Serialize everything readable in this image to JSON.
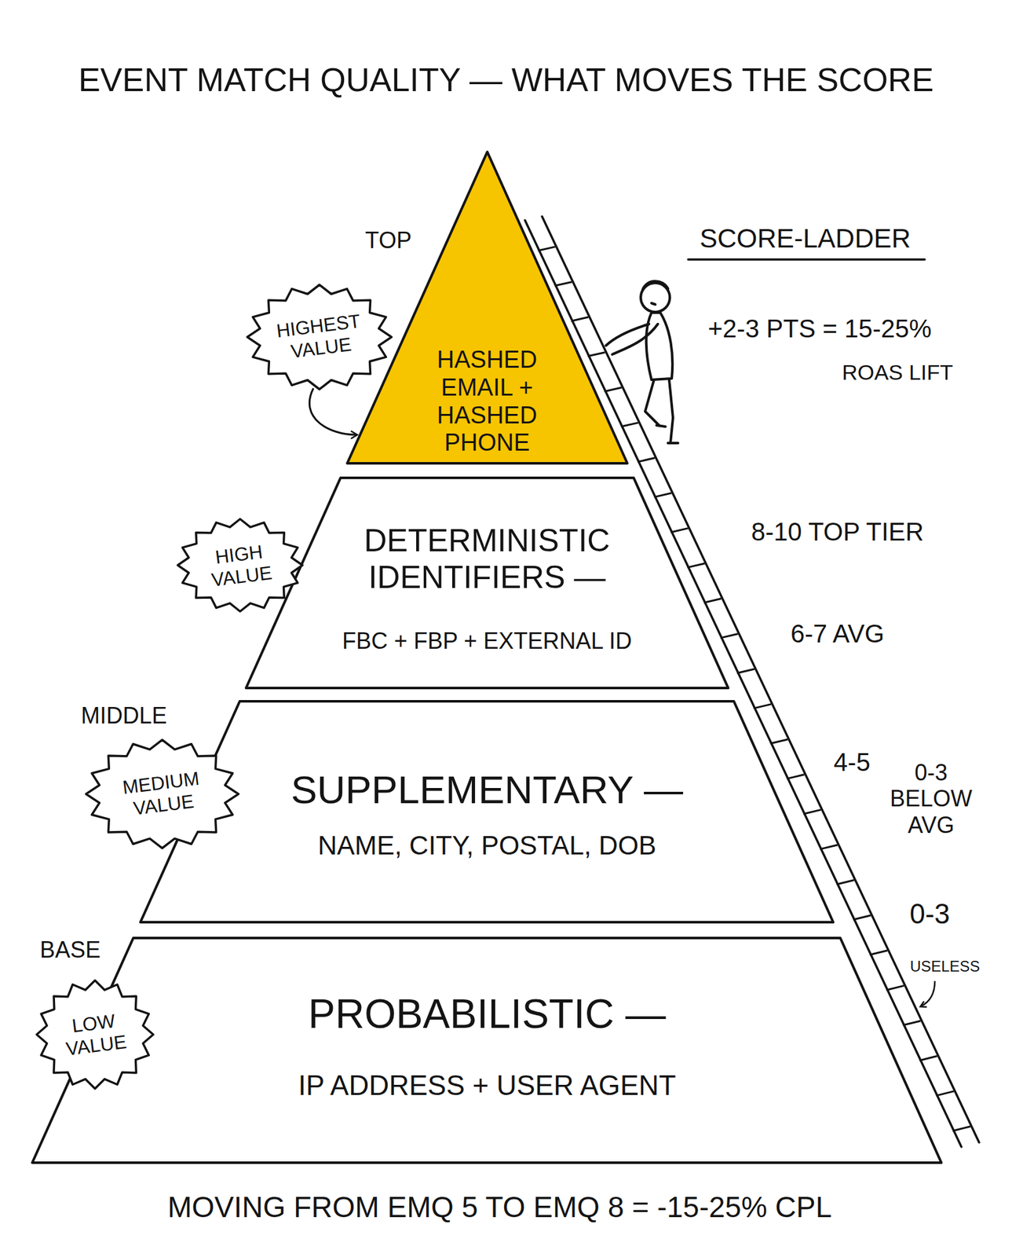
{
  "diagram": {
    "title": "EVENT MATCH QUALITY — WHAT MOVES THE SCORE",
    "caption": "MOVING FROM EMQ 5 TO EMQ 8 = -15-25% CPL",
    "nodes": [
      {
        "text": [
          "HASHED EMAIL + HASHED PHONE"
        ]
      },
      {
        "text": [
          "HIGHEST VALUE"
        ]
      },
      {
        "text": [
          "DETERMINISTIC IDENTIFIERS —",
          "FBC + FBP + EXTERNAL ID"
        ]
      },
      {
        "text": [
          "HIGH VALUE"
        ]
      },
      {
        "text": [
          "SUPPLEMENTARY —",
          "NAME, CITY, POSTAL, DOB"
        ]
      },
      {
        "text": [
          "MEDIUM VALUE"
        ]
      },
      {
        "text": [
          "PROBABILISTIC —",
          "IP ADDRESS + USER AGENT"
        ]
      },
      {
        "text": [
          "LOW VALUE"
        ]
      }
    ],
    "edges": [
      {
        "from": 1,
        "to": 0,
        "arrow": "to"
      }
    ],
    "labels": [
      "TOP",
      "MIDDLE",
      "BASE",
      "SCORE-LADDER",
      "+2-3 PTS = 15-25%",
      "ROAS LIFT",
      "8-10 TOP TIER",
      "6-7 AVG",
      "4-5",
      "0-3 BELOW AVG",
      "0-3",
      "USELESS"
    ]
  }
}
